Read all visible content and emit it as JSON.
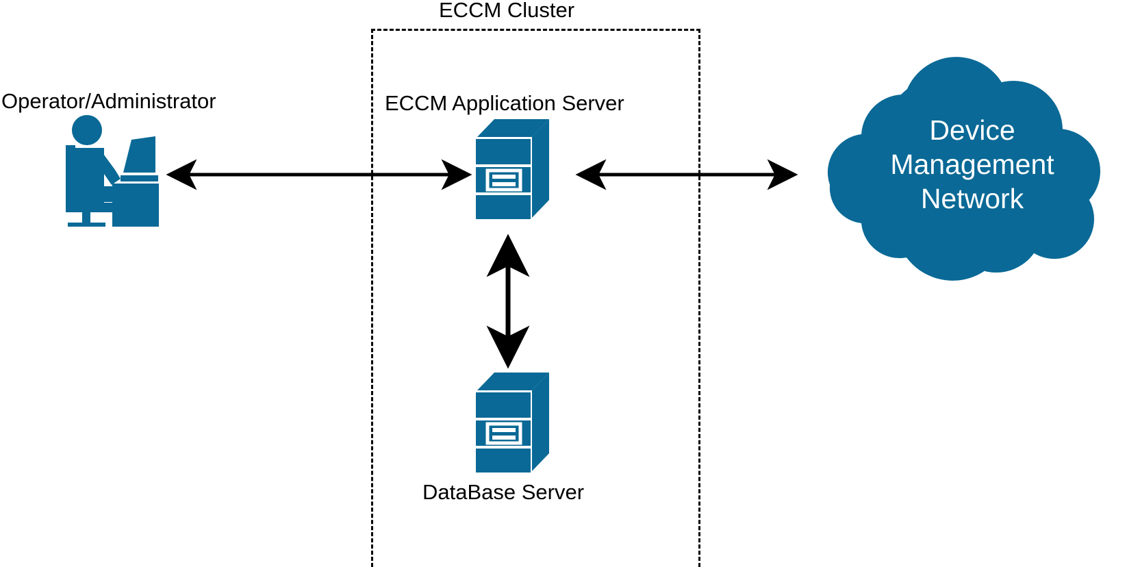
{
  "diagram": {
    "title": "ECCM Cluster",
    "background_color": "#ffffff",
    "accent_color": "#0a6996",
    "line_color": "#000000",
    "cluster": {
      "label": "ECCM Cluster",
      "border_style": "dashed",
      "border_color": "#000000"
    },
    "nodes": [
      {
        "id": "operator",
        "label": "Operator/Administrator",
        "icon": "operator-at-desk-icon",
        "label_position": "above"
      },
      {
        "id": "app-server",
        "label": "ECCM Application Server",
        "icon": "server-tower-icon",
        "label_position": "above"
      },
      {
        "id": "db-server",
        "label": "DataBase Server",
        "icon": "server-tower-icon",
        "label_position": "below"
      },
      {
        "id": "device-network",
        "label_lines": [
          "Device",
          "Management",
          "Network"
        ],
        "label": "Device Management Network",
        "icon": "cloud-icon",
        "label_position": "inside"
      }
    ],
    "connections": [
      {
        "id": "operator-to-app-server",
        "from": "operator",
        "to": "app-server",
        "direction": "bidirectional",
        "style": "solid"
      },
      {
        "id": "app-server-to-device-network",
        "from": "app-server",
        "to": "device-network",
        "direction": "bidirectional",
        "style": "solid"
      },
      {
        "id": "app-server-to-db-server",
        "from": "app-server",
        "to": "db-server",
        "direction": "bidirectional",
        "style": "solid"
      }
    ]
  }
}
